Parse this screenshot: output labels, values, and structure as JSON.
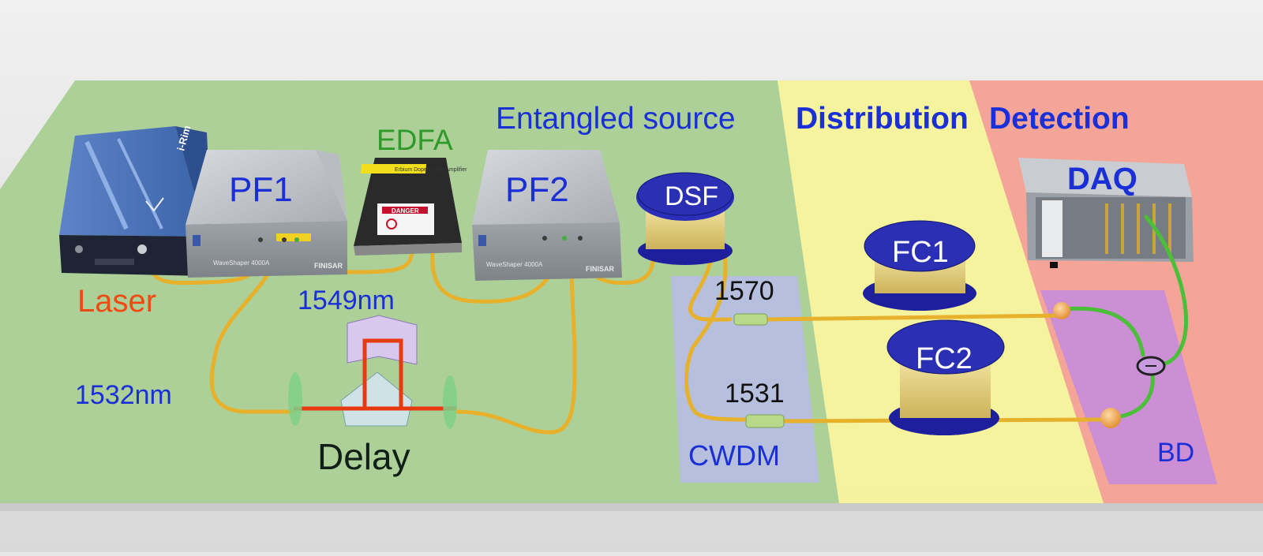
{
  "sections": {
    "source": "Entangled source",
    "distribution": "Distribution",
    "detection": "Detection"
  },
  "labels": {
    "laser": "Laser",
    "pf1": "PF1",
    "edfa": "EDFA",
    "pf2": "PF2",
    "dsf": "DSF",
    "wl_1549": "1549nm",
    "wl_1532": "1532nm",
    "delay": "Delay",
    "ch_1570": "1570",
    "ch_1531": "1531",
    "cwdm": "CWDM",
    "fc1": "FC1",
    "fc2": "FC2",
    "daq": "DAQ",
    "bd": "BD"
  },
  "device_text": {
    "laser_brand": "i-Rim",
    "edfa_sticker": "Erbium Doped Fiber Amplifier",
    "danger": "DANGER",
    "pf_model": "WaveShaper 4000A",
    "finisar": "FINISAR"
  },
  "colors": {
    "source_zone": "#a9cf94",
    "distribution_zone": "#f6f39a",
    "detection_zone": "#f4a194",
    "label_blue": "#1a2fd6",
    "label_orange": "#ee4a12",
    "label_green": "#2f9a2a",
    "fiber": "#e8b12c",
    "free_space_beam": "#e83a10",
    "spool_blue": "#1d1f9c"
  }
}
